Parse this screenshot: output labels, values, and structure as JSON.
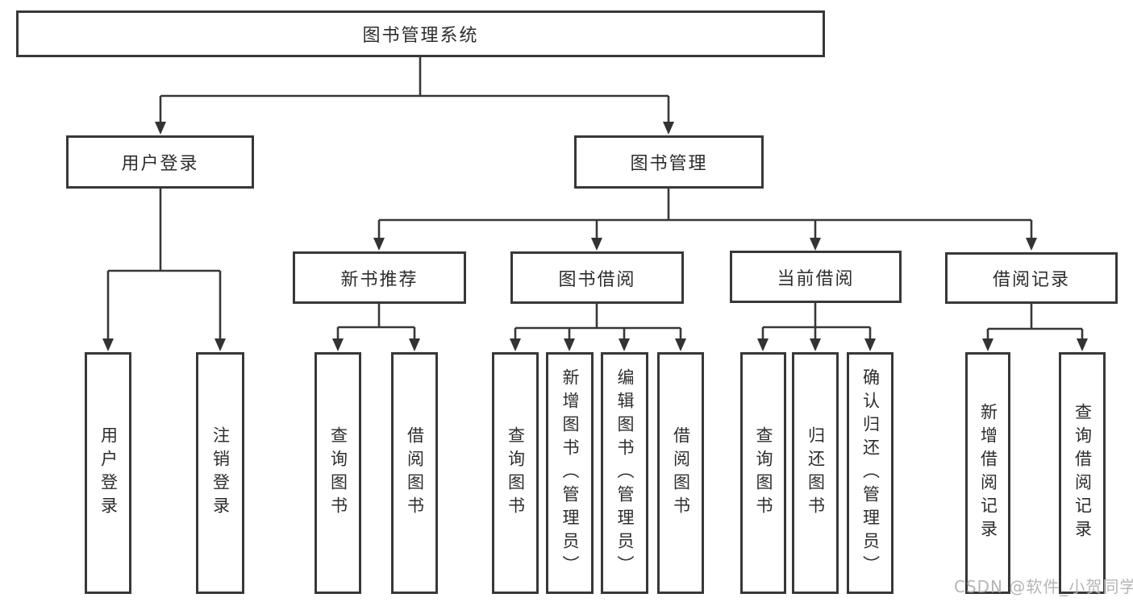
{
  "diagram": {
    "type": "tree",
    "root": {
      "label": "图书管理系统"
    },
    "user_login": {
      "label": "用户登录",
      "children": [
        {
          "label": "用户登录"
        },
        {
          "label": "注销登录"
        }
      ]
    },
    "book_management": {
      "label": "图书管理",
      "children": [
        {
          "label": "新书推荐",
          "children": [
            {
              "label": "查询图书"
            },
            {
              "label": "借阅图书"
            }
          ]
        },
        {
          "label": "图书借阅",
          "children": [
            {
              "label": "查询图书"
            },
            {
              "label": "新增图书（管理员）"
            },
            {
              "label": "编辑图书（管理员）"
            },
            {
              "label": "借阅图书"
            }
          ]
        },
        {
          "label": "当前借阅",
          "children": [
            {
              "label": "查询图书"
            },
            {
              "label": "归还图书"
            },
            {
              "label": "确认归还（管理员）"
            }
          ]
        },
        {
          "label": "借阅记录",
          "children": [
            {
              "label": "新增借阅记录"
            },
            {
              "label": "查询借阅记录"
            }
          ]
        }
      ]
    },
    "colors": {
      "ink": "#383838",
      "text": "#2d2d2d",
      "background": "#ffffff",
      "watermark": "#b5b5b5"
    }
  },
  "watermark": {
    "text": "CSDN @软件_小贺同学"
  }
}
